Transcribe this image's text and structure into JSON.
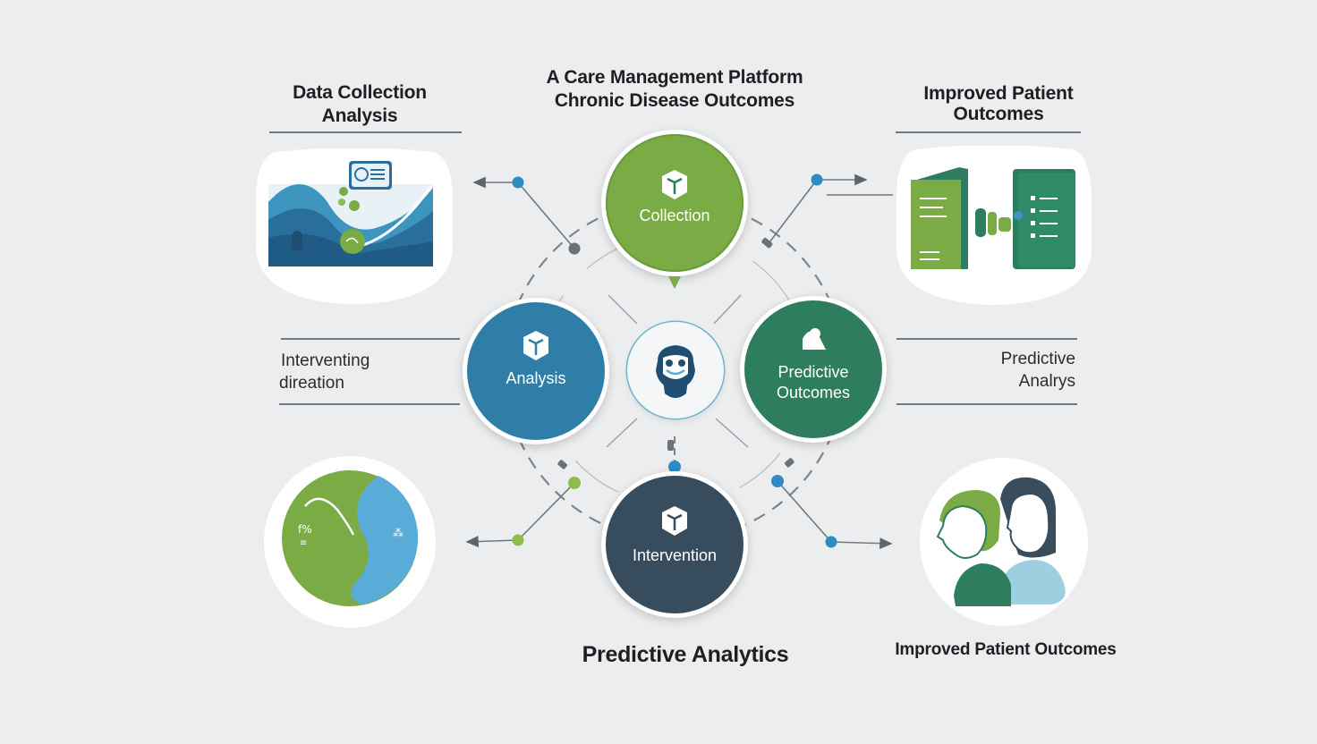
{
  "header": {
    "title_line1": "A Care Management Platform",
    "title_line2": "Chronic Disease Outcomes"
  },
  "left_top": {
    "line1": "Data Collection",
    "line2": "Analysis"
  },
  "right_top": {
    "line1": "Improved Patient",
    "line2": "Outcomes"
  },
  "left_mid": {
    "line1": "Interventing",
    "line2": "direation"
  },
  "right_mid": {
    "line1": "Predictive",
    "line2": "Analrys"
  },
  "nodes": {
    "collection": "Collection",
    "analysis": "Analysis",
    "predictive_line1": "Predictive",
    "predictive_line2": "Outcomes",
    "intervention": "Intervention"
  },
  "footer": {
    "center_title": "Predictive Analytics",
    "right_title": "Improved Patient Outcomes"
  },
  "colors": {
    "green": "#7aab45",
    "blue": "#2f7ea8",
    "teal": "#2e7d5e",
    "navy": "#374c5c",
    "dot_blue": "#2e8cc4",
    "dot_green": "#8bbf4a",
    "background": "#ecedee"
  },
  "icons": {
    "node_icon": "cube-icon",
    "hub_icon": "doctor-avatar-icon",
    "top_left_card": "wave-chart-illustration",
    "top_right_card": "document-panels-illustration",
    "bottom_left_card": "green-blue-split-illustration",
    "bottom_right_card": "two-faces-illustration"
  }
}
